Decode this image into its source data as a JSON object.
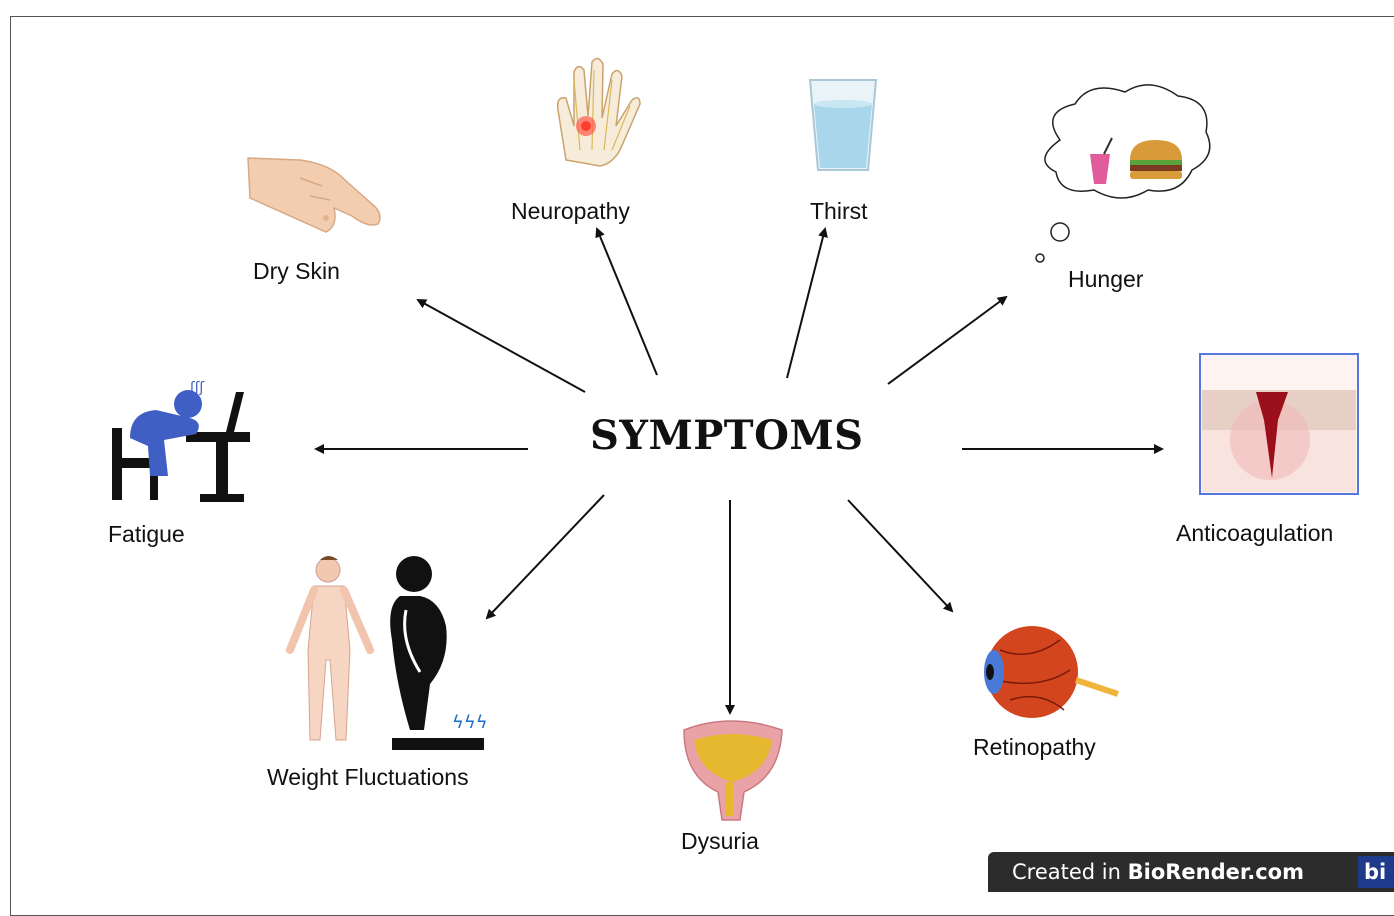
{
  "center": {
    "title": "SYMPTOMS"
  },
  "symptoms": {
    "dry_skin": "Dry Skin",
    "neuropathy": "Neuropathy",
    "thirst": "Thirst",
    "hunger": "Hunger",
    "fatigue": "Fatigue",
    "anticoagulation": "Anticoagulation",
    "weight": "Weight Fluctuations",
    "dysuria": "Dysuria",
    "retinopathy": "Retinopathy"
  },
  "badge": {
    "prefix": "Created in ",
    "brand": "BioRender.com",
    "logo": "bi"
  },
  "icons": [
    "dry-skin-hand-icon",
    "neuropathy-hand-icon",
    "water-glass-icon",
    "food-thought-bubble-icon",
    "fatigue-desk-icon",
    "wound-tissue-icon",
    "body-weight-scale-icon",
    "bladder-icon",
    "eye-icon"
  ],
  "colors": {
    "arrow": "#111111",
    "fatigue_blue": "#3f5fc5",
    "frame_blue": "#5577dd",
    "blood": "#9b0f1a",
    "bladder": "#e6b82f",
    "eye": "#d2451e"
  }
}
